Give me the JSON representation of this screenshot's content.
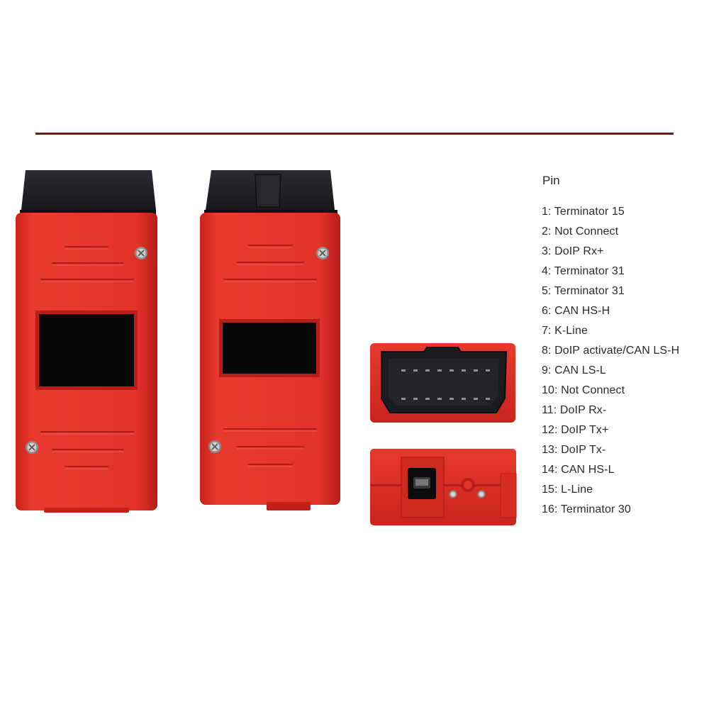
{
  "pin_panel": {
    "title": "Pin",
    "pins": [
      "1: Terminator 15",
      "2: Not Connect",
      "3: DoIP Rx+",
      "4: Terminator 31",
      "5: Terminator 31",
      "6: CAN HS-H",
      "7: K-Line",
      "8: DoIP activate/CAN LS-H",
      "9: CAN LS-L",
      "10: Not Connect",
      "11: DoIP Rx-",
      "12: DoIP Tx+",
      "13: DoIP Tx-",
      "14: CAN HS-L",
      "15: L-Line",
      "16: Terminator 30"
    ]
  },
  "colors": {
    "divider": "#6a1f12",
    "device_body": "#e53128",
    "connector": "#1b1c20"
  },
  "icons": [
    "screw-icon",
    "usb-port-icon",
    "led-indicator-icon",
    "obd-socket-icon"
  ]
}
